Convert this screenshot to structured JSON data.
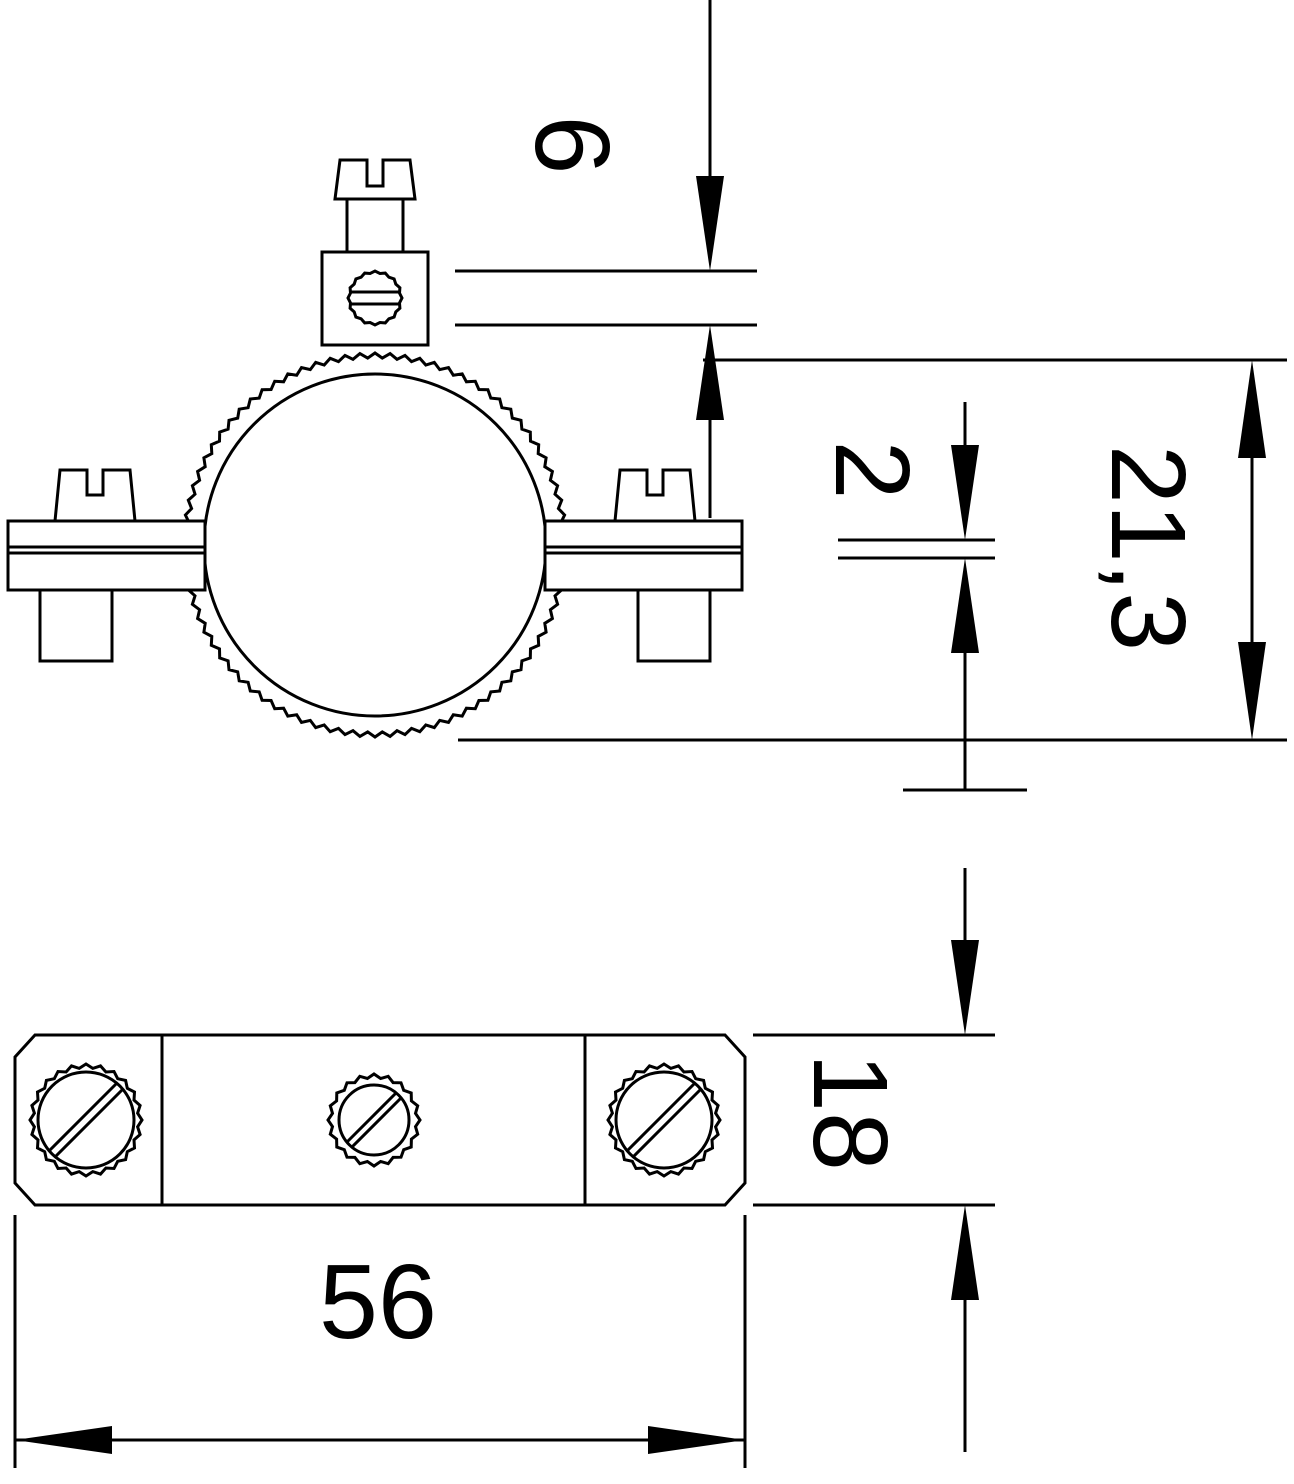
{
  "drawing": {
    "kind": "technical-dimension-drawing",
    "views": [
      "clamp front view",
      "clamp plan view"
    ],
    "line_color": "#000000",
    "background_color": "#ffffff"
  },
  "dimensions": {
    "screw_hole": "6",
    "plate_thickness": "2",
    "clamp_diameter": "21,3",
    "bar_width": "18",
    "bar_length": "56"
  }
}
